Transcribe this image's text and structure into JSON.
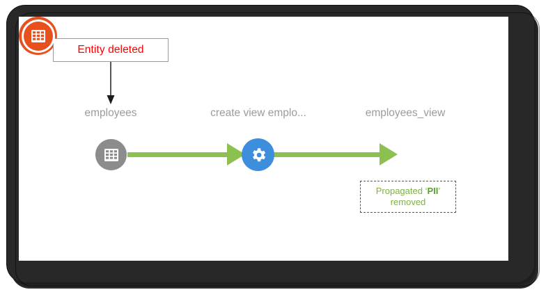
{
  "canvas": {
    "background": "#ffffff",
    "bezel_color": "#282828"
  },
  "callout": {
    "text": "Entity deleted",
    "text_color": "#fe0000",
    "border_color": "#9a9a9a",
    "connector": "arrow-down-to-source-node"
  },
  "graph": {
    "edge_color": "#8cc152",
    "nodes": [
      {
        "id": "source",
        "label": "employees",
        "icon": "table-icon",
        "color": "#8c8c8c",
        "state": "deleted"
      },
      {
        "id": "process",
        "label": "create view emplo...",
        "icon": "gear-icon",
        "color": "#3d8fdd",
        "state": "normal"
      },
      {
        "id": "target",
        "label": "employees_view",
        "icon": "table-icon",
        "color": "#e8501e",
        "state": "selected"
      }
    ],
    "edges": [
      {
        "from": "source",
        "to": "process"
      },
      {
        "from": "process",
        "to": "target"
      }
    ],
    "label_color": "#9b9b9b"
  },
  "annotation": {
    "prefix": "Propagated ‘",
    "tag": "PII",
    "suffix": "’",
    "line2": "removed",
    "text_color": "#7cb342",
    "border_style": "dashed",
    "border_color": "#555555"
  }
}
